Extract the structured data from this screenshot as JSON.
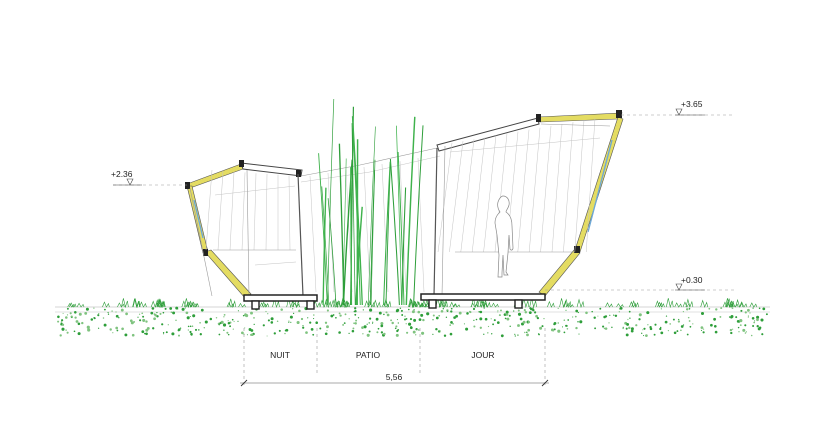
{
  "levels": [
    {
      "label": "+3.65"
    },
    {
      "label": "+2.36"
    },
    {
      "label": "+0.30"
    }
  ],
  "zones": [
    {
      "label": "NUIT"
    },
    {
      "label": "PATIO"
    },
    {
      "label": "JOUR"
    }
  ],
  "overall_dimension": "5,56",
  "colors": {
    "vegetation": "#2e9e3a",
    "insulation": "#d8cf3a",
    "glazing": "#6ea8d6",
    "structure": "#333333"
  }
}
